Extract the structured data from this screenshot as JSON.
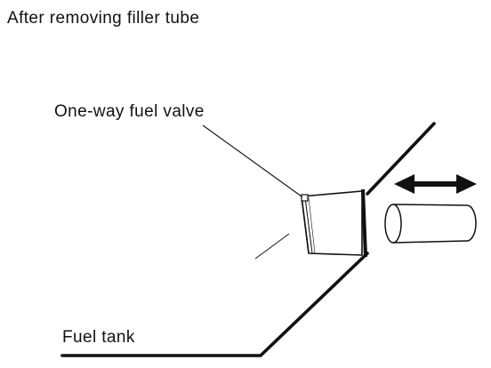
{
  "labels": {
    "title": "After removing filler tube",
    "valve": "One-way fuel valve",
    "tank": "Fuel tank"
  },
  "colors": {
    "ink": "#111111",
    "background": "#ffffff"
  },
  "icons": {
    "arrow": "double-headed-arrow-icon"
  }
}
